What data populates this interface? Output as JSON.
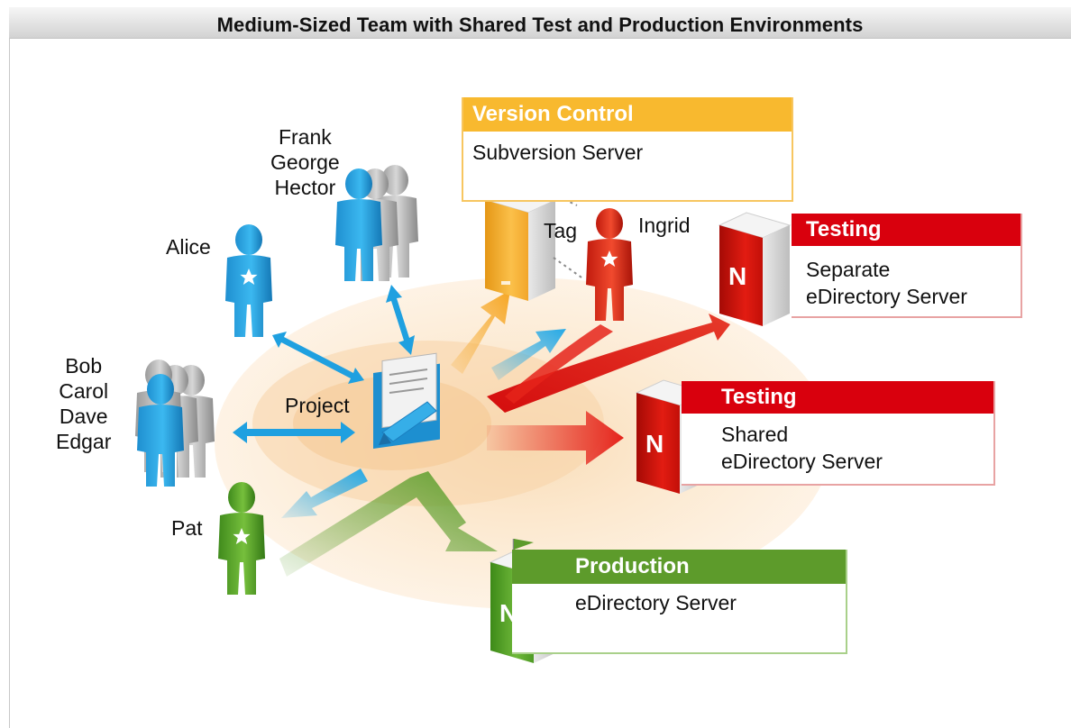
{
  "title": "Medium-Sized Team with Shared Test and Production Environments",
  "people": {
    "frank_group": [
      "Frank",
      "George",
      "Hector"
    ],
    "alice": "Alice",
    "bob_group": [
      "Bob",
      "Carol",
      "Dave",
      "Edgar"
    ],
    "pat": "Pat",
    "ingrid": "Ingrid"
  },
  "project_label": "Project",
  "tag_label": "Tag",
  "environments": {
    "version_control": {
      "header": "Version Control",
      "body": [
        "Subversion Server"
      ]
    },
    "testing_separate": {
      "header": "Testing",
      "body": [
        "Separate",
        "eDirectory Server"
      ]
    },
    "testing_shared": {
      "header": "Testing",
      "body": [
        "Shared",
        "eDirectory Server"
      ]
    },
    "production": {
      "header": "Production",
      "body": [
        "eDirectory Server"
      ]
    }
  },
  "server_letter": "N",
  "colors": {
    "version_control": "#f8b92f",
    "testing": "#d9000d",
    "production": "#5d9b2b",
    "developer": "#1aa3e0",
    "ingrid": "#e0281a",
    "pat": "#4f9a23",
    "ellipse": "#fbe3c3"
  },
  "icons": [
    "person-icon",
    "group-icon",
    "server-icon",
    "flag-icon",
    "project-document-icon",
    "star-icon"
  ]
}
